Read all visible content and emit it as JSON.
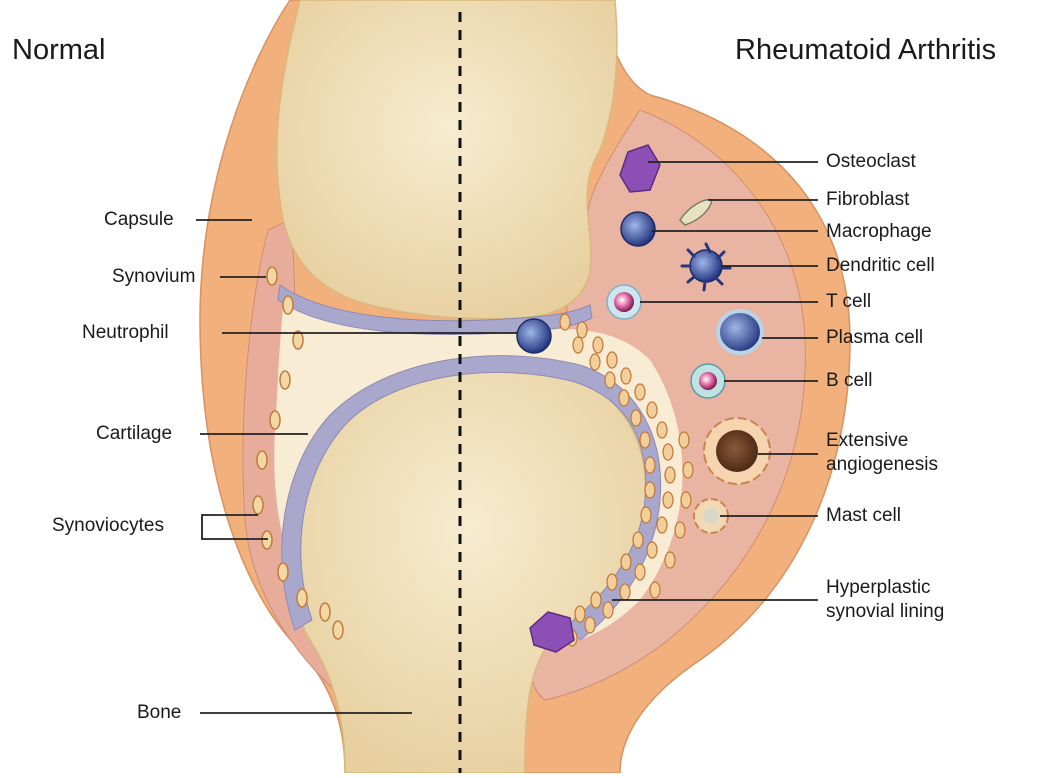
{
  "headings": {
    "left": "Normal",
    "right": "Rheumatoid Arthritis"
  },
  "labels_left": {
    "capsule": "Capsule",
    "synovium": "Synovium",
    "neutrophil": "Neutrophil",
    "cartilage": "Cartilage",
    "synoviocytes": "Synoviocytes",
    "bone": "Bone"
  },
  "labels_right": {
    "osteoclast": "Osteoclast",
    "fibroblast": "Fibroblast",
    "macrophage": "Macrophage",
    "dendritic_cell": "Dendritic cell",
    "t_cell": "T cell",
    "plasma_cell": "Plasma cell",
    "b_cell": "B cell",
    "angiogenesis_line1": "Extensive",
    "angiogenesis_line2": "angiogenesis",
    "mast_cell": "Mast cell",
    "hyperplastic_line1": "Hyperplastic",
    "hyperplastic_line2": "synovial lining"
  },
  "colors": {
    "capsule": "#f0b27f",
    "bone": "#f2dfb8",
    "cartilage": "#a7a6cb",
    "synovium": "#e9b2a0",
    "joint_fluid": "#f8ecd5",
    "osteoclast": "#8c4fb6",
    "macrophage": "#3d55a3"
  }
}
